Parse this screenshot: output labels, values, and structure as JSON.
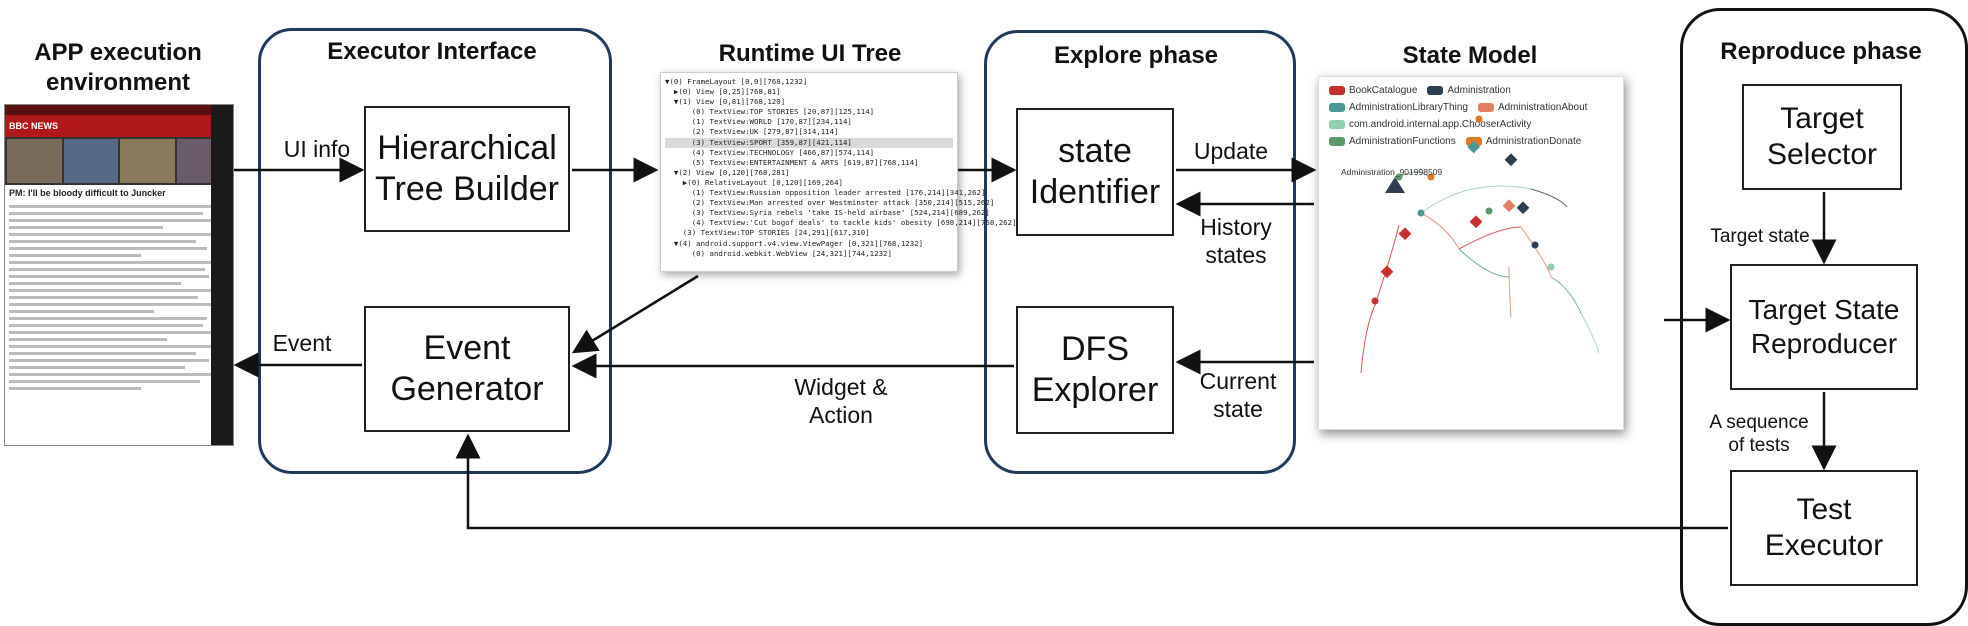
{
  "titles": {
    "app_env": "APP execution environment",
    "executor": "Executor Interface",
    "runtime_tree": "Runtime UI Tree",
    "explore": "Explore phase",
    "state_model": "State Model",
    "reproduce": "Reproduce phase"
  },
  "boxes": {
    "tree_builder": "Hierarchical Tree Builder",
    "event_generator": "Event Generator",
    "state_identifier": "state Identifier",
    "dfs_explorer": "DFS Explorer",
    "target_selector": "Target Selector",
    "target_reproducer": "Target State Reproducer",
    "test_executor": "Test Executor"
  },
  "edges": {
    "ui_info": "UI info",
    "event": "Event",
    "update": "Update",
    "history_states": "History states",
    "widget_action": "Widget & Action",
    "current_state": "Current state",
    "target_state": "Target state",
    "seq_tests": "A sequence of tests"
  },
  "ui_tree_lines": [
    "▼(0) FrameLayout [0,0][768,1232]",
    "  ▶(0) View [0,25][768,81]",
    "  ▼(1) View [0,81][768,120]",
    "      (0) TextView:TOP STORIES [20,87][125,114]",
    "      (1) TextView:WORLD [170,87][234,114]",
    "      (2) TextView:UK [279,87][314,114]",
    "      (3) TextView:SPORT [359,87][421,114]",
    "      (4) TextView:TECHNOLOGY [466,87][574,114]",
    "      (5) TextView:ENTERTAINMENT & ARTS [619,87][768,114]",
    "  ▼(2) View [0,120][768,281]",
    "    ▶(0) RelativeLayout [0,120][169,264]",
    "      (1) TextView:Russian opposition leader arrested [176,214][341,262]",
    "      (2) TextView:Man arrested over Westminster attack [350,214][515,262]",
    "      (3) TextView:Syria rebels 'take IS-held airbase' [524,214][689,262]",
    "      (4) TextView:'Cut bogof deals' to tackle kids' obesity [698,214][768,262]",
    "    (3) TextView:TOP STORIES [24,291][617,310]",
    "  ▼(4) android.support.v4.view.ViewPager [0,321][768,1232]",
    "      (0) android.webkit.WebView [24,321][744,1232]"
  ],
  "ui_tree_selected_index": 6,
  "phone": {
    "app_name": "BBC NEWS",
    "headline": "PM: I'll be bloody difficult to Juncker"
  },
  "state_model": {
    "legend": [
      {
        "label": "BookCatalogue",
        "color": "#c9302c"
      },
      {
        "label": "Administration",
        "color": "#2c3e50"
      },
      {
        "label": "AdministrationLibraryThing",
        "color": "#4a9a9a"
      },
      {
        "label": "AdministrationAbout",
        "color": "#e08060"
      },
      {
        "label": "com.android.internal.app.ChooserActivity",
        "color": "#8fd0b0"
      },
      {
        "label": "AdministrationFunctions",
        "color": "#5a9a6a"
      },
      {
        "label": "AdministrationDonate",
        "color": "#e07a20"
      }
    ],
    "node_label": "Administration_901998509"
  }
}
